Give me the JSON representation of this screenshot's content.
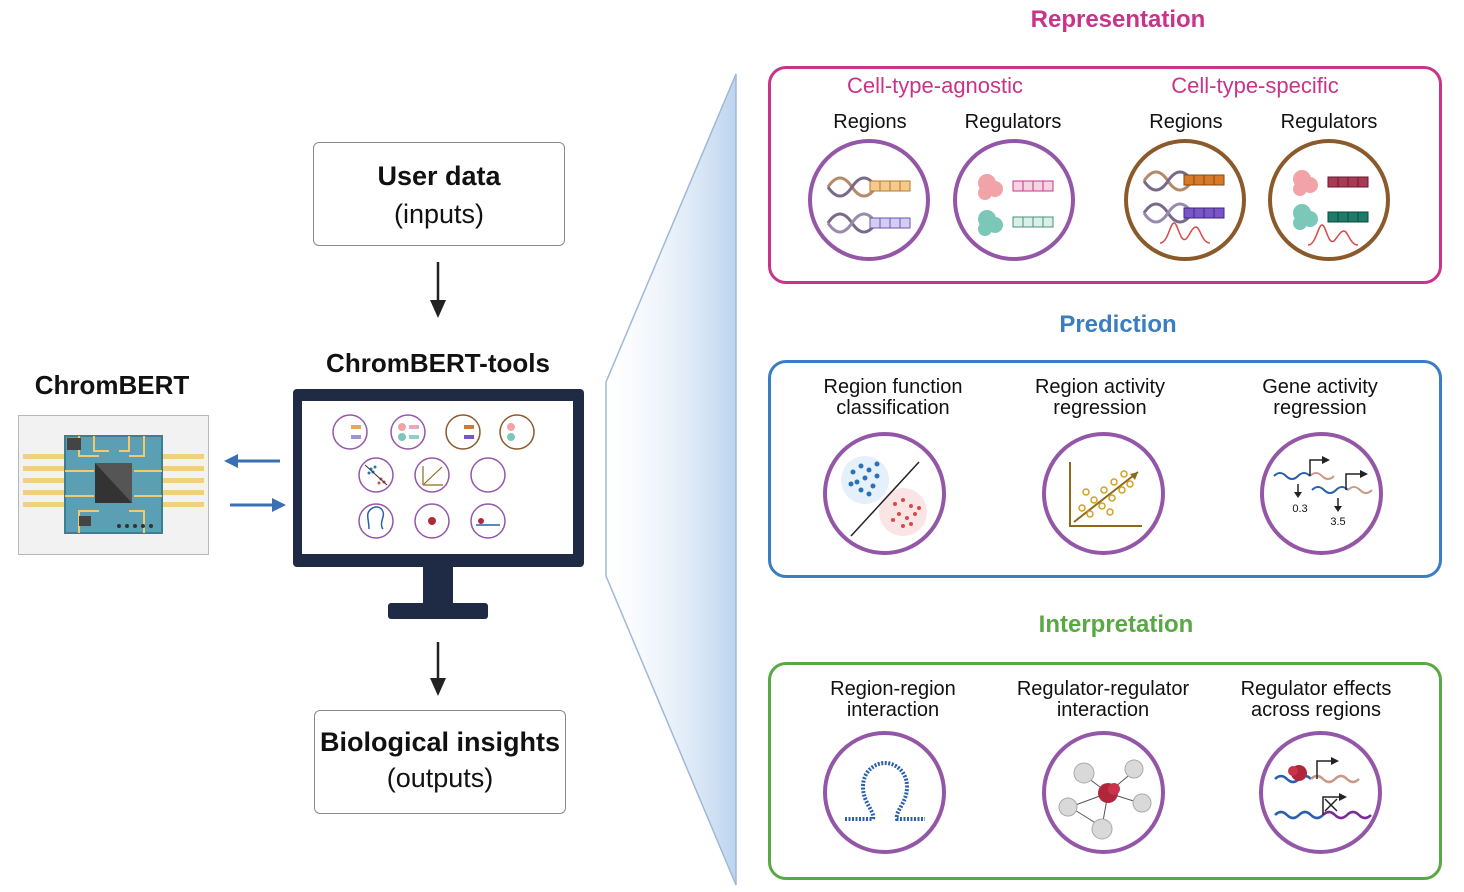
{
  "chrombert": {
    "title": "ChromBERT"
  },
  "tools": {
    "title": "ChromBERT-tools"
  },
  "user_data": {
    "title": "User data",
    "subtitle": "(inputs)"
  },
  "insights": {
    "title": "Biological insights",
    "subtitle": "(outputs)"
  },
  "representation": {
    "title": "Representation",
    "color": "#c8348a",
    "groups": [
      {
        "label": "Cell-type-agnostic",
        "items": [
          "Regions",
          "Regulators"
        ]
      },
      {
        "label": "Cell-type-specific",
        "items": [
          "Regions",
          "Regulators"
        ]
      }
    ]
  },
  "prediction": {
    "title": "Prediction",
    "color": "#3a7dc2",
    "items": [
      "Region function\nclassification",
      "Region activity\nregression",
      "Gene activity\nregression"
    ],
    "values": [
      "0.3",
      "3.5"
    ]
  },
  "interpretation": {
    "title": "Interpretation",
    "color": "#5aa844",
    "items": [
      "Region-region\ninteraction",
      "Regulator-regulator\ninteraction",
      "Regulator effects\nacross regions"
    ]
  }
}
